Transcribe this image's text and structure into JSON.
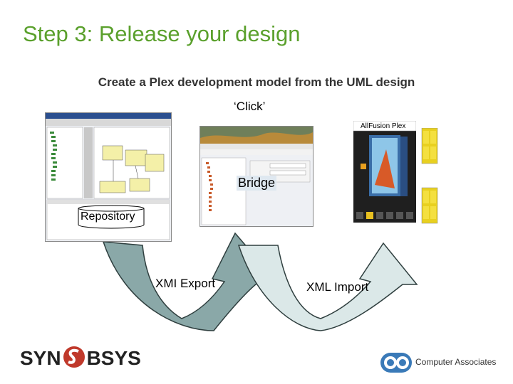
{
  "slide": {
    "title": "Step 3: Release your design",
    "subtitle": "Create a Plex development model from the UML design",
    "click_label": "‘Click’",
    "bridge_label": "Bridge",
    "repository_label": "Repository",
    "xmi_export_label": "XMI Export",
    "xml_import_label": "XML Import",
    "plex_label": "AllFusion Plex"
  },
  "logos": {
    "synopsis_left": "SYN",
    "synopsis_right": "BSYS",
    "ca_text": "Computer Associates"
  },
  "colors": {
    "title": "#5aa02c",
    "arrow_fill": "#9fb6b6",
    "arrow_stroke": "#2f3f3f",
    "export_arrow": "#8aa8a8",
    "import_arrow": "#dbe8e8"
  }
}
